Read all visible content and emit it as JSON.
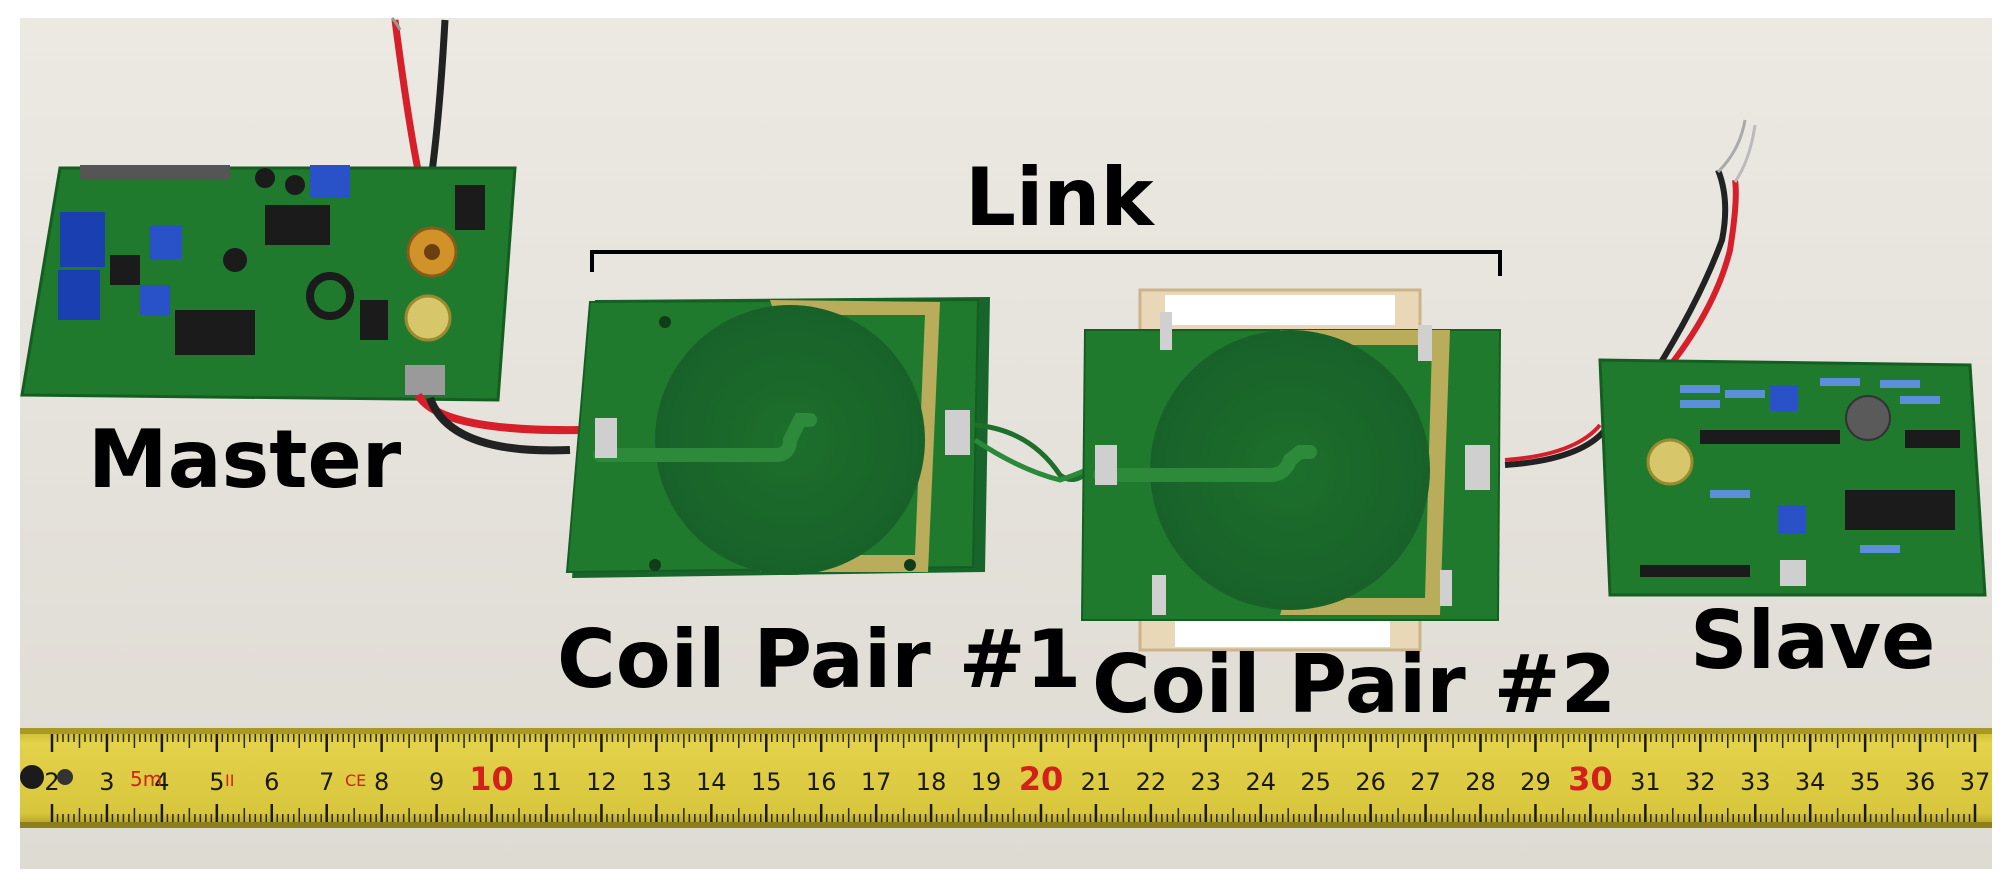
{
  "labels": {
    "master": "Master",
    "link": "Link",
    "coil_pair_1": "Coil Pair #1",
    "coil_pair_2": "Coil Pair #2",
    "slave": "Slave"
  },
  "tape": {
    "ticks": [
      "2",
      "3",
      "4",
      "5",
      "6",
      "7",
      "8",
      "9",
      "10",
      "11",
      "12",
      "13",
      "14",
      "15",
      "16",
      "17",
      "18",
      "19",
      "20",
      "21",
      "22",
      "23",
      "24",
      "25",
      "26",
      "27",
      "28",
      "29",
      "30",
      "31",
      "32",
      "33",
      "34",
      "35",
      "36",
      "37"
    ],
    "small_marks": [
      "5m",
      "II",
      "CE"
    ]
  },
  "colors": {
    "background": "#e6e3dc",
    "pcb": "#1f7a2e",
    "pcb_dark": "#176b27",
    "copper": "#b9ad5c",
    "tape": "#d9c83a",
    "tape_red": "#d4201a",
    "wire_red": "#d61f2b",
    "wire_black": "#222222"
  }
}
